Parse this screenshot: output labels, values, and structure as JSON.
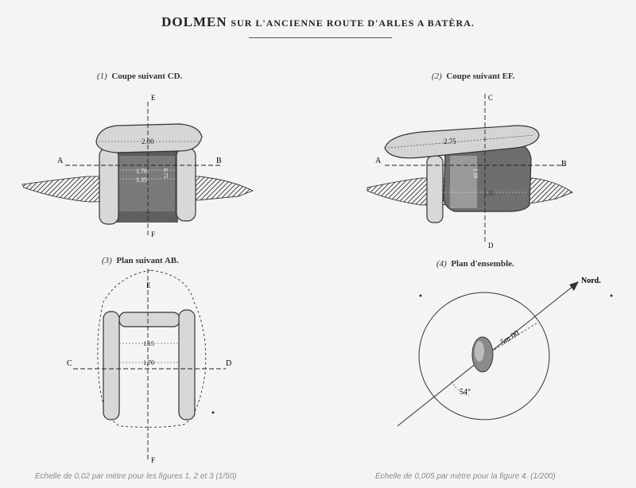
{
  "title": {
    "part1": "DOLMEN",
    "part2": "SUR L'ANCIENNE ROUTE D'ARLES A BATÈRA."
  },
  "figures": [
    {
      "num": "(1)",
      "label": "Coupe suivant CD."
    },
    {
      "num": "(2)",
      "label": "Coupe suivant EF."
    },
    {
      "num": "(3)",
      "label": "Plan suivant AB."
    },
    {
      "num": "(4)",
      "label": "Plan d'ensemble."
    }
  ],
  "fig1": {
    "top": "E",
    "bottom": "F",
    "left": "A",
    "right": "B",
    "dim_table": "2.00",
    "dim_a": "1.70",
    "dim_b": "1.35",
    "dim_v": "0.75"
  },
  "fig2": {
    "top": "C",
    "bottom": "D",
    "left": "A",
    "right": "B",
    "dim_table": "2.75",
    "dim_v": "1.10",
    "dim_h": "1.35"
  },
  "fig3": {
    "top": "E",
    "bottom": "F",
    "left": "C",
    "right": "D",
    "dim_a": "1.15",
    "dim_b": "1.70"
  },
  "fig4": {
    "north": "Nord.",
    "radius": "5m 00",
    "angle": "54°"
  },
  "scales": {
    "left": "Echelle de 0,02 par mètre pour les figures 1, 2 et 3 (1/50)",
    "right": "Echelle de 0,005 par mètre pour la figure 4. (1/200)"
  }
}
